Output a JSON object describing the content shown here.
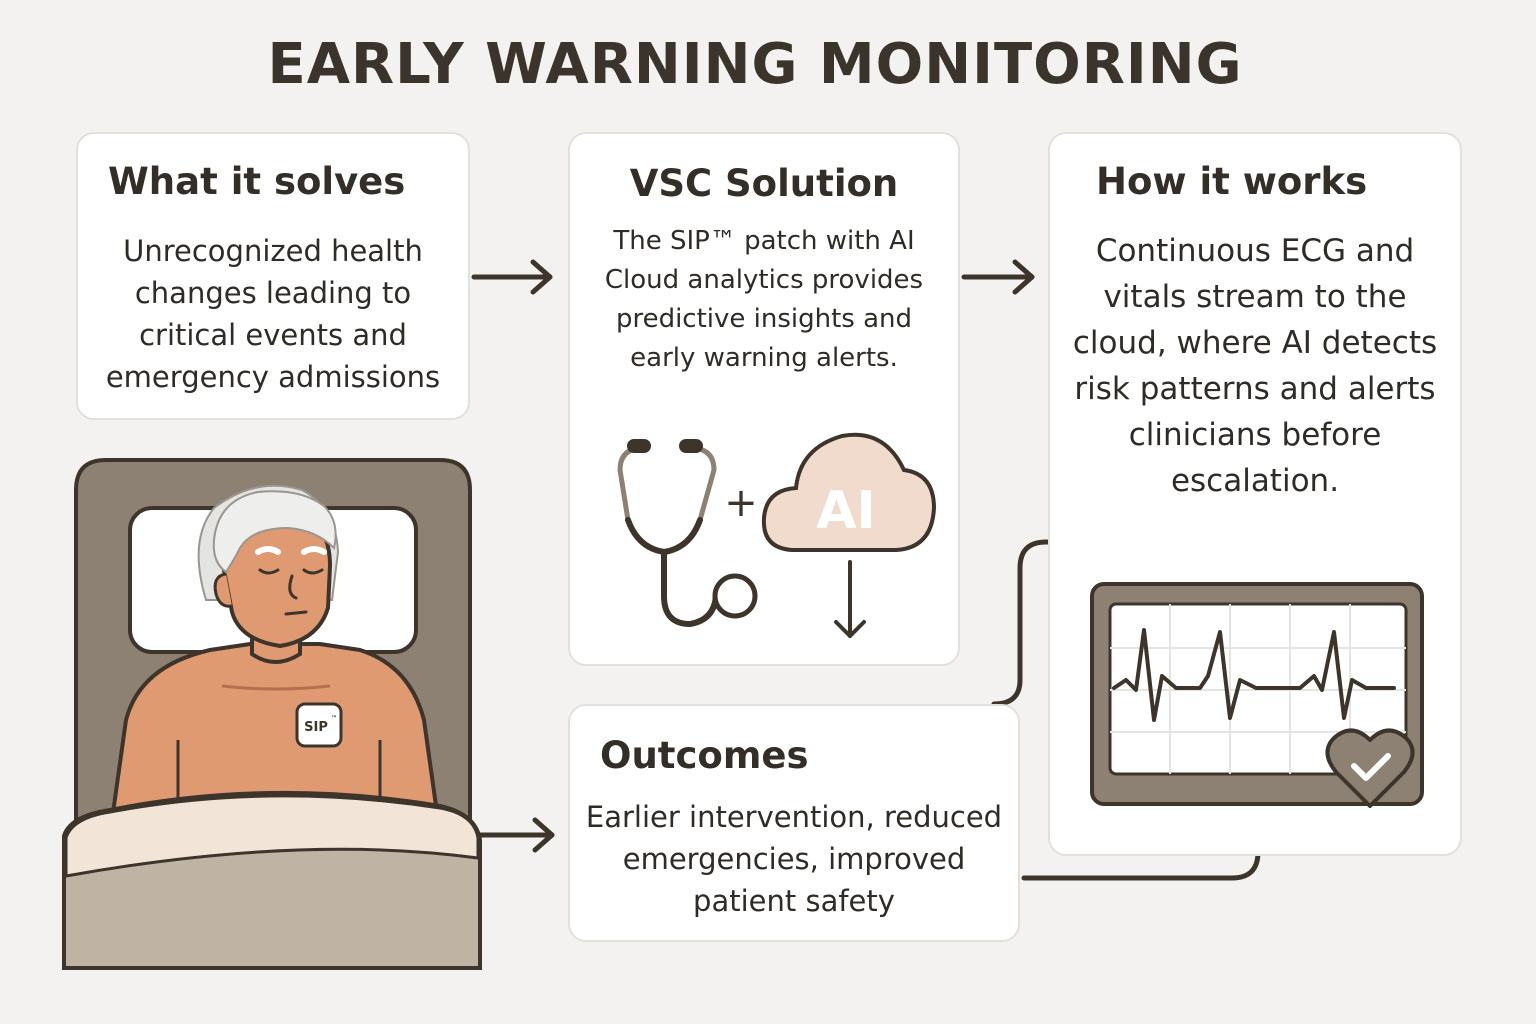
{
  "title": "EARLY WARNING MONITORING",
  "cards": {
    "solves": {
      "heading": "What it solves",
      "body": "Unrecognized health changes leading to critical events and emergency admissions"
    },
    "vsc": {
      "heading": "VSC Solution",
      "body": "The SIP™ patch with AI Cloud analytics provides predictive insights and early warning alerts."
    },
    "how": {
      "heading": "How it works",
      "body": "Continuous ECG and vitals stream to the cloud, where AI detects risk patterns and alerts clinicians before escalation."
    },
    "outcomes": {
      "heading": "Outcomes",
      "body": "Earlier intervention, reduced emergencies, improved patient safety"
    }
  },
  "illustration": {
    "patch_label": "SIP",
    "patch_mark": "™",
    "cloud_label": "AI",
    "plus_sign": "+"
  },
  "icons": [
    "stethoscope-icon",
    "cloud-ai-icon",
    "ecg-monitor-icon",
    "heart-check-icon",
    "patient-in-bed-illustration"
  ],
  "colors": {
    "background": "#f3f2f0",
    "text": "#2f2b26",
    "line": "#3d352c",
    "bed": "#8c8172",
    "skin": "#e09a72",
    "blanket": "#bfb4a4",
    "cloud": "#f0dbcc",
    "monitor": "#8c8172"
  }
}
